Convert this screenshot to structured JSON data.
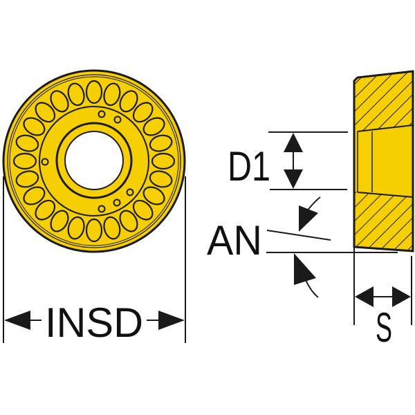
{
  "labels": {
    "insd": "INSD",
    "d1": "D1",
    "an": "AN",
    "s": "S"
  },
  "colors": {
    "insert_fill": "#f5cf00",
    "outline": "#1a1a1a"
  },
  "insert": {
    "chip_breaker_count": 24
  }
}
